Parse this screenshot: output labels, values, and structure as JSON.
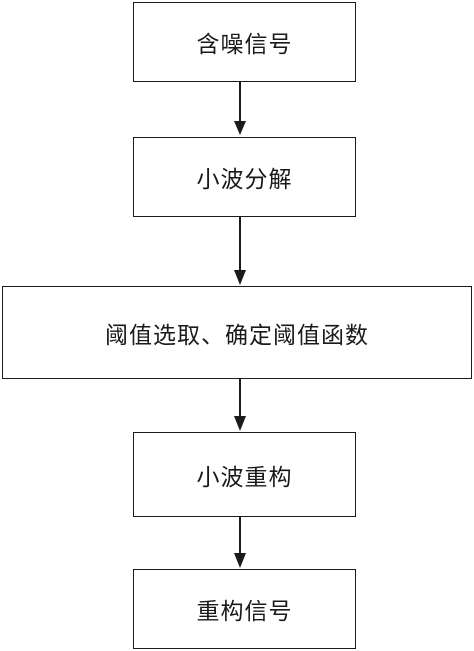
{
  "flowchart": {
    "steps": [
      {
        "label": "含噪信号"
      },
      {
        "label": "小波分解"
      },
      {
        "label": "阈值选取、确定阈值函数"
      },
      {
        "label": "小波重构"
      },
      {
        "label": "重构信号"
      }
    ],
    "colors": {
      "stroke": "#1a1a1a",
      "background": "#ffffff"
    }
  }
}
